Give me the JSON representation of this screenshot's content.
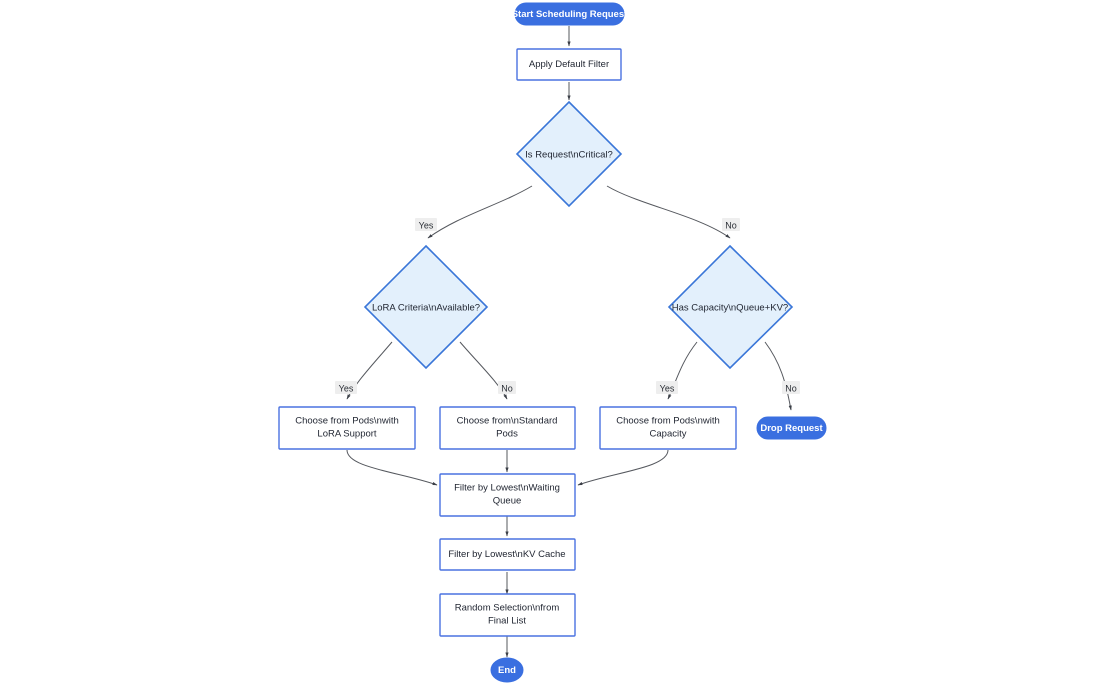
{
  "diagram": {
    "title": "Start Scheduling Request",
    "type": "flowchart",
    "direction": "top-down",
    "colors": {
      "terminal_fill": "#3a6fe0",
      "terminal_text": "#ffffff",
      "process_fill": "#ffffff",
      "process_stroke": "#4a72e0",
      "decision_fill": "#e3f0fc",
      "decision_stroke": "#3a76d8",
      "edge_stroke": "#55585e",
      "edge_label_bg": "#eeeeee",
      "text": "#1f2430",
      "background": "#ffffff"
    }
  },
  "nodes": {
    "start": {
      "label": "Start Scheduling Request",
      "kind": "terminal"
    },
    "apply_default_filter": {
      "label": "Apply Default Filter",
      "kind": "process"
    },
    "is_request_critical": {
      "label": "Is Request\\nCritical?",
      "kind": "decision"
    },
    "lora_criteria_available": {
      "label": "LoRA Criteria\\nAvailable?",
      "kind": "decision"
    },
    "has_capacity": {
      "label": "Has Capacity\\nQueue+KV?",
      "kind": "decision"
    },
    "choose_lora_pods": {
      "kind": "process",
      "line1": "Choose from Pods\\nwith",
      "line2": "LoRA Support"
    },
    "choose_standard_pods": {
      "kind": "process",
      "line1": "Choose from\\nStandard",
      "line2": "Pods"
    },
    "choose_capacity_pods": {
      "kind": "process",
      "line1": "Choose from Pods\\nwith",
      "line2": "Capacity"
    },
    "drop_request": {
      "label": "Drop Request",
      "kind": "terminal"
    },
    "filter_waiting_queue": {
      "kind": "process",
      "line1": "Filter by Lowest\\nWaiting",
      "line2": "Queue"
    },
    "filter_kv_cache": {
      "label": "Filter by Lowest\\nKV Cache",
      "kind": "process"
    },
    "random_selection": {
      "kind": "process",
      "line1": "Random Selection\\nfrom",
      "line2": "Final List"
    },
    "end": {
      "label": "End",
      "kind": "terminal"
    }
  },
  "edge_labels": {
    "critical_yes": "Yes",
    "critical_no": "No",
    "lora_yes": "Yes",
    "lora_no": "No",
    "capacity_yes": "Yes",
    "capacity_no": "No"
  },
  "edges": [
    {
      "from": "start",
      "to": "apply_default_filter",
      "label": ""
    },
    {
      "from": "apply_default_filter",
      "to": "is_request_critical",
      "label": ""
    },
    {
      "from": "is_request_critical",
      "to": "lora_criteria_available",
      "label": "Yes"
    },
    {
      "from": "is_request_critical",
      "to": "has_capacity",
      "label": "No"
    },
    {
      "from": "lora_criteria_available",
      "to": "choose_lora_pods",
      "label": "Yes"
    },
    {
      "from": "lora_criteria_available",
      "to": "choose_standard_pods",
      "label": "No"
    },
    {
      "from": "has_capacity",
      "to": "choose_capacity_pods",
      "label": "Yes"
    },
    {
      "from": "has_capacity",
      "to": "drop_request",
      "label": "No"
    },
    {
      "from": "choose_lora_pods",
      "to": "filter_waiting_queue",
      "label": ""
    },
    {
      "from": "choose_standard_pods",
      "to": "filter_waiting_queue",
      "label": ""
    },
    {
      "from": "choose_capacity_pods",
      "to": "filter_waiting_queue",
      "label": ""
    },
    {
      "from": "filter_waiting_queue",
      "to": "filter_kv_cache",
      "label": ""
    },
    {
      "from": "filter_kv_cache",
      "to": "random_selection",
      "label": ""
    },
    {
      "from": "random_selection",
      "to": "end",
      "label": ""
    }
  ]
}
